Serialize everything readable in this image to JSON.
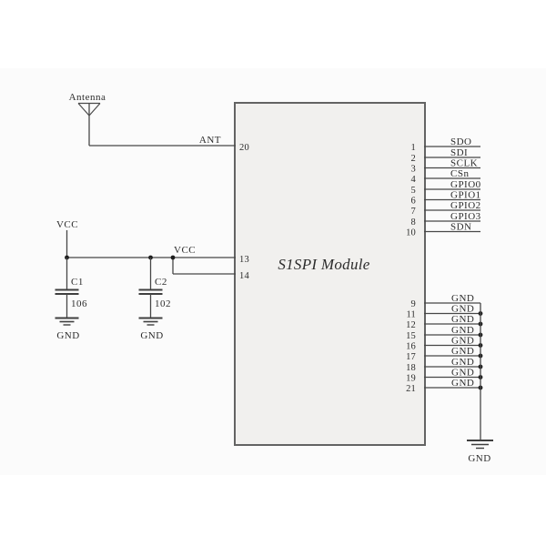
{
  "colors": {
    "page_background": "#ffffff",
    "canvas_background": "#fbfbfb",
    "ink": "#474747",
    "text": "#2c2c2c",
    "module_fill": "#f1f0ee",
    "module_border": "#636363"
  },
  "module": {
    "title": "S1SPI Module"
  },
  "antenna": {
    "label": "Antenna",
    "net": "ANT"
  },
  "power": {
    "vcc_source_label": "VCC",
    "vcc_branch_label": "VCC",
    "capacitors": [
      {
        "ref": "C1",
        "value": "106",
        "gnd_label": "GND"
      },
      {
        "ref": "C2",
        "value": "102",
        "gnd_label": "GND"
      }
    ]
  },
  "left_pins": [
    {
      "number": "20"
    },
    {
      "number": "13"
    },
    {
      "number": "14"
    }
  ],
  "right_pins_signal": [
    {
      "number": "1",
      "label": "SDO"
    },
    {
      "number": "2",
      "label": "SDI"
    },
    {
      "number": "3",
      "label": "SCLK"
    },
    {
      "number": "4",
      "label": "CSn"
    },
    {
      "number": "5",
      "label": "GPIO0"
    },
    {
      "number": "6",
      "label": "GPIO1"
    },
    {
      "number": "7",
      "label": "GPIO2"
    },
    {
      "number": "8",
      "label": "GPIO3"
    },
    {
      "number": "10",
      "label": "SDN"
    }
  ],
  "right_pins_ground": [
    {
      "number": "9",
      "label": "GND"
    },
    {
      "number": "11",
      "label": "GND"
    },
    {
      "number": "12",
      "label": "GND"
    },
    {
      "number": "15",
      "label": "GND"
    },
    {
      "number": "16",
      "label": "GND"
    },
    {
      "number": "17",
      "label": "GND"
    },
    {
      "number": "18",
      "label": "GND"
    },
    {
      "number": "19",
      "label": "GND"
    },
    {
      "number": "21",
      "label": "GND"
    }
  ],
  "ground_bus_label": "GND"
}
